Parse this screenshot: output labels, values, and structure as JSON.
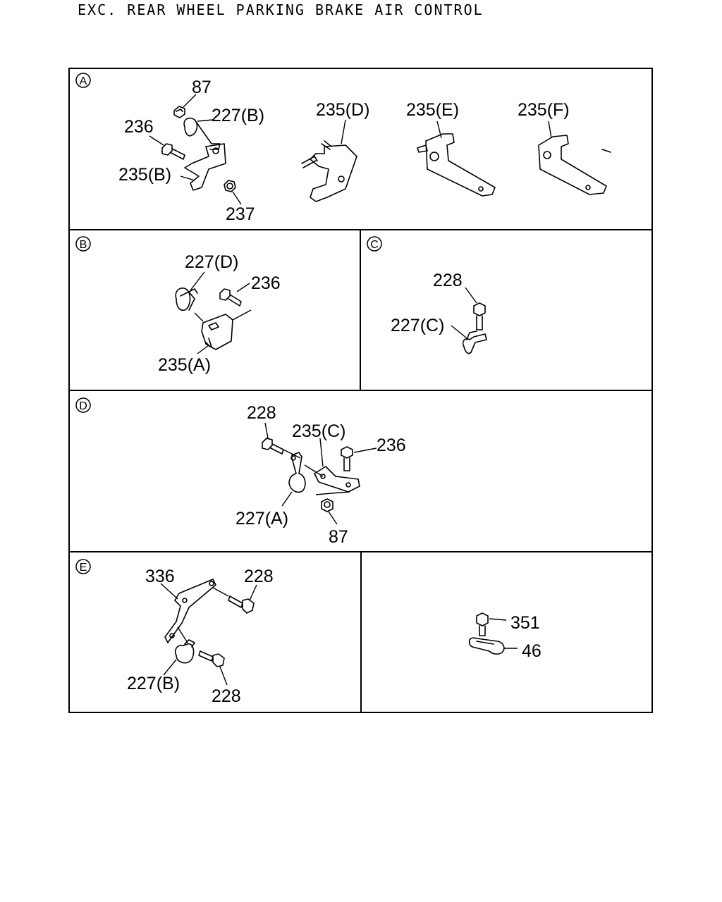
{
  "title": "EXC. REAR WHEEL PARKING BRAKE AIR CONTROL",
  "panels": {
    "A": {
      "marker": "A",
      "labels": {
        "p87": "87",
        "p227b": "227(B)",
        "p236": "236",
        "p235b": "235(B)",
        "p237": "237",
        "p235d": "235(D)",
        "p235e": "235(E)",
        "p235f": "235(F)"
      }
    },
    "B": {
      "marker": "B",
      "labels": {
        "p227d": "227(D)",
        "p236": "236",
        "p235a": "235(A)"
      }
    },
    "C": {
      "marker": "C",
      "labels": {
        "p228": "228",
        "p227c": "227(C)"
      }
    },
    "D": {
      "marker": "D",
      "labels": {
        "p228": "228",
        "p235c": "235(C)",
        "p236": "236",
        "p227a": "227(A)",
        "p87": "87"
      }
    },
    "E": {
      "marker": "E",
      "labels": {
        "p336": "336",
        "p228a": "228",
        "p227b": "227(B)",
        "p228b": "228"
      }
    },
    "F": {
      "labels": {
        "p351": "351",
        "p46": "46"
      }
    }
  }
}
